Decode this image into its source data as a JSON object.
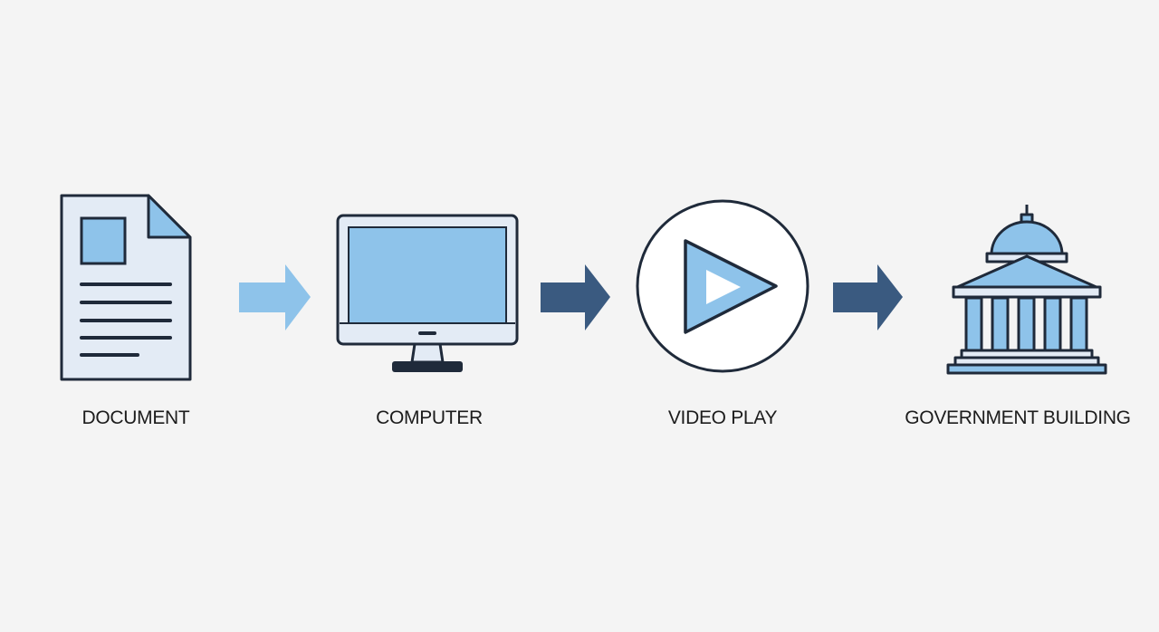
{
  "diagram": {
    "steps": [
      {
        "label": "DOCUMENT",
        "icon": "document-icon"
      },
      {
        "label": "COMPUTER",
        "icon": "computer-monitor-icon"
      },
      {
        "label": "VIDEO PLAY",
        "icon": "video-play-icon"
      },
      {
        "label": "GOVERNMENT BUILDING",
        "icon": "government-building-icon"
      }
    ],
    "arrows": [
      {
        "icon": "arrow-right-icon",
        "color": "#8ec3ea"
      },
      {
        "icon": "arrow-right-icon",
        "color": "#3a5a80"
      },
      {
        "icon": "arrow-right-icon",
        "color": "#3a5a80"
      }
    ]
  },
  "colors": {
    "background": "#f4f4f4",
    "outline": "#1f2a3a",
    "fill_light": "#8ec3ea",
    "fill_pale": "#e3ebf5",
    "arrow_dark": "#3a5a80",
    "arrow_light": "#8ec3ea"
  }
}
